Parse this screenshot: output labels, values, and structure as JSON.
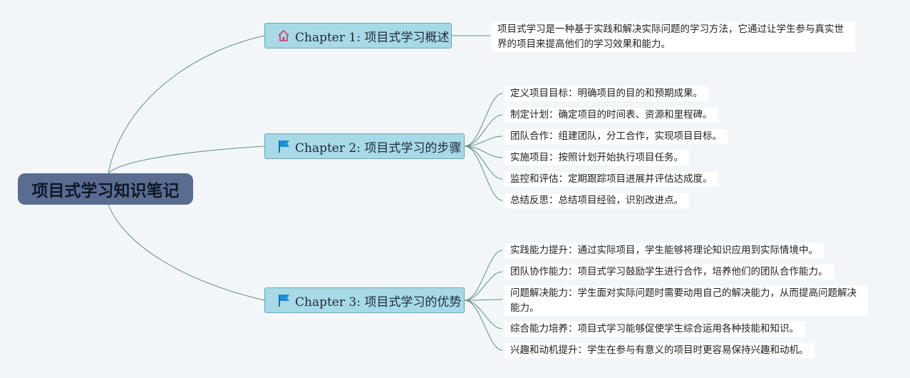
{
  "root": {
    "title": "项目式学习知识笔记"
  },
  "chapters": [
    {
      "label": "Chapter 1: 项目式学习概述",
      "icon": "home-icon",
      "items": [
        "项目式学习是一种基于实践和解决实际问题的学习方法，它通过让学生参与真实世界的项目来提高他们的学习效果和能力。"
      ]
    },
    {
      "label": "Chapter 2: 项目式学习的步骤",
      "icon": "flag-icon",
      "items": [
        "定义项目目标：明确项目的目的和预期成果。",
        "制定计划：确定项目的时间表、资源和里程碑。",
        "团队合作：组建团队，分工合作，实现项目目标。",
        "实施项目：按照计划开始执行项目任务。",
        "监控和评估：定期跟踪项目进展并评估达成度。",
        "总结反思：总结项目经验，识别改进点。"
      ]
    },
    {
      "label": "Chapter 3: 项目式学习的优势",
      "icon": "flag-icon",
      "items": [
        "实践能力提升：通过实际项目，学生能够将理论知识应用到实际情境中。",
        "团队协作能力：项目式学习鼓励学生进行合作，培养他们的团队合作能力。",
        "问题解决能力：学生面对实际问题时需要动用自己的解决能力，从而提高问题解决能力。",
        "综合能力培养：项目式学习能够促使学生综合运用各种技能和知识。",
        "兴趣和动机提升：学生在参与有意义的项目时更容易保持兴趣和动机。"
      ]
    }
  ],
  "colors": {
    "root_fill": "#5a6d91",
    "chapter_fill": "#a8d9e6",
    "connector": "#5b8f86"
  }
}
